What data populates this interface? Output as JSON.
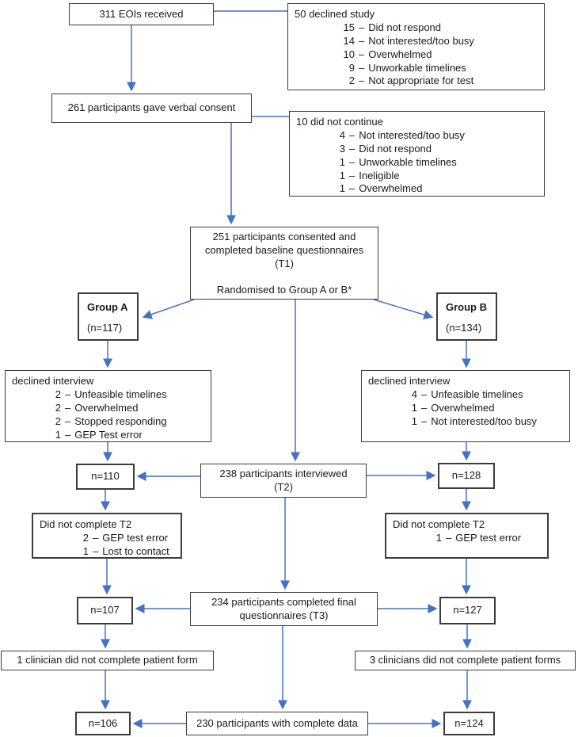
{
  "dash": "–",
  "colors": {
    "arrow_color": "#4472C4",
    "border_color": "#3c3c3c"
  },
  "nodes": {
    "eoi": {
      "text": "311 EOIs received"
    },
    "declined_study": {
      "head": "50 declined study",
      "items": [
        {
          "n": "15",
          "label": "Did not respond"
        },
        {
          "n": "14",
          "label": "Not interested/too busy"
        },
        {
          "n": "10",
          "label": "Overwhelmed"
        },
        {
          "n": "9",
          "label": "Unworkable timelines"
        },
        {
          "n": "2",
          "label": "Not appropriate for test"
        }
      ]
    },
    "verbal_consent": {
      "text": "261 participants gave verbal consent"
    },
    "did_not_continue": {
      "head": "10 did not continue",
      "items": [
        {
          "n": "4",
          "label": "Not interested/too busy"
        },
        {
          "n": "3",
          "label": "Did not respond"
        },
        {
          "n": "1",
          "label": "Unworkable timelines"
        },
        {
          "n": "1",
          "label": "Ineligible"
        },
        {
          "n": "1",
          "label": "Overwhelmed"
        }
      ]
    },
    "consented": {
      "lines": [
        "251 participants consented and",
        "completed baseline questionnaires",
        "(T1)",
        "Randomised to Group A or B*"
      ]
    },
    "group_a": {
      "title": "Group A",
      "n": "(n=117)"
    },
    "group_b": {
      "title": "Group B",
      "n": "(n=134)"
    },
    "declined_interview_a": {
      "head": "declined interview",
      "items": [
        {
          "n": "2",
          "label": "Unfeasible timelines"
        },
        {
          "n": "2",
          "label": "Overwhelmed"
        },
        {
          "n": "2",
          "label": "Stopped responding"
        },
        {
          "n": "1",
          "label": "GEP Test error"
        }
      ]
    },
    "declined_interview_b": {
      "head": "declined interview",
      "items": [
        {
          "n": "4",
          "label": "Unfeasible timelines"
        },
        {
          "n": "1",
          "label": "Overwhelmed"
        },
        {
          "n": "1",
          "label": "Not interested/too busy"
        }
      ]
    },
    "n110": {
      "text": "n=110"
    },
    "interviewed": {
      "lines": [
        "238 participants interviewed",
        "(T2)"
      ]
    },
    "n128": {
      "text": "n=128"
    },
    "dnc_t2_a": {
      "head": "Did not complete T2",
      "items": [
        {
          "n": "2",
          "label": "GEP test error"
        },
        {
          "n": "1",
          "label": "Lost to contact"
        }
      ]
    },
    "dnc_t2_b": {
      "head": "Did not complete T2",
      "items": [
        {
          "n": "1",
          "label": "GEP test error"
        }
      ]
    },
    "n107": {
      "text": "n=107"
    },
    "final_q": {
      "lines": [
        "234 participants completed final",
        "questionnaires (T3)"
      ]
    },
    "n127": {
      "text": "n=127"
    },
    "clinician_a": {
      "text": "1 clinician did not complete patient form"
    },
    "clinician_b": {
      "text": "3 clinicians did not complete patient forms"
    },
    "n106": {
      "text": "n=106"
    },
    "complete_data": {
      "text": "230 participants with complete data"
    },
    "n124": {
      "text": "n=124"
    }
  }
}
